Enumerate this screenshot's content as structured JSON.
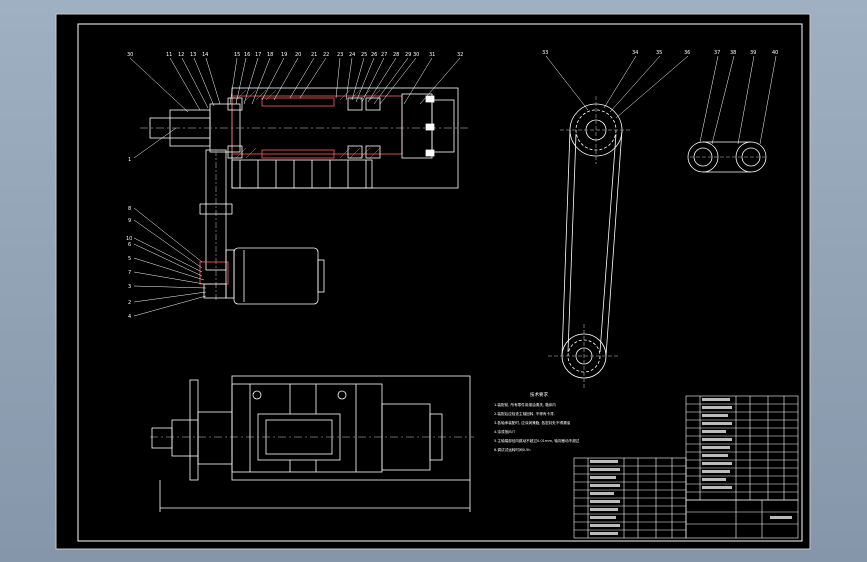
{
  "window": {
    "background_color": "#9fb0c2",
    "sheet_color": "#000000",
    "line_color": "#ffffff"
  },
  "drawing": {
    "main_view_callouts": [
      "30",
      "11",
      "12",
      "13",
      "14",
      "15",
      "16",
      "17",
      "18",
      "19",
      "20",
      "21",
      "22",
      "23",
      "24",
      "25",
      "26",
      "27",
      "28",
      "29",
      "30",
      "31",
      "32"
    ],
    "left_callouts": [
      "1",
      "8",
      "9",
      "10",
      "6",
      "5",
      "7",
      "3",
      "4"
    ],
    "pulley_callouts": [
      "33",
      "34",
      "35",
      "36"
    ],
    "section_callouts": [
      "37",
      "38",
      "39",
      "40"
    ],
    "tech_requirements_title": "技术要求",
    "tech_requirements": [
      "1.装配前, 所有零件用煤油清洗, 箱体内",
      "2.装配后应检查主轴回转, 不得有卡滞,",
      "3.各轴承装配时, 应涂润滑脂, 各密封处不得漏油",
      "4.涂漆按JB/T",
      "5.主轴端部径向跳动不超过0.01mm, 轴向窜动不超过",
      "6.调试试运转时间0.5h"
    ]
  }
}
